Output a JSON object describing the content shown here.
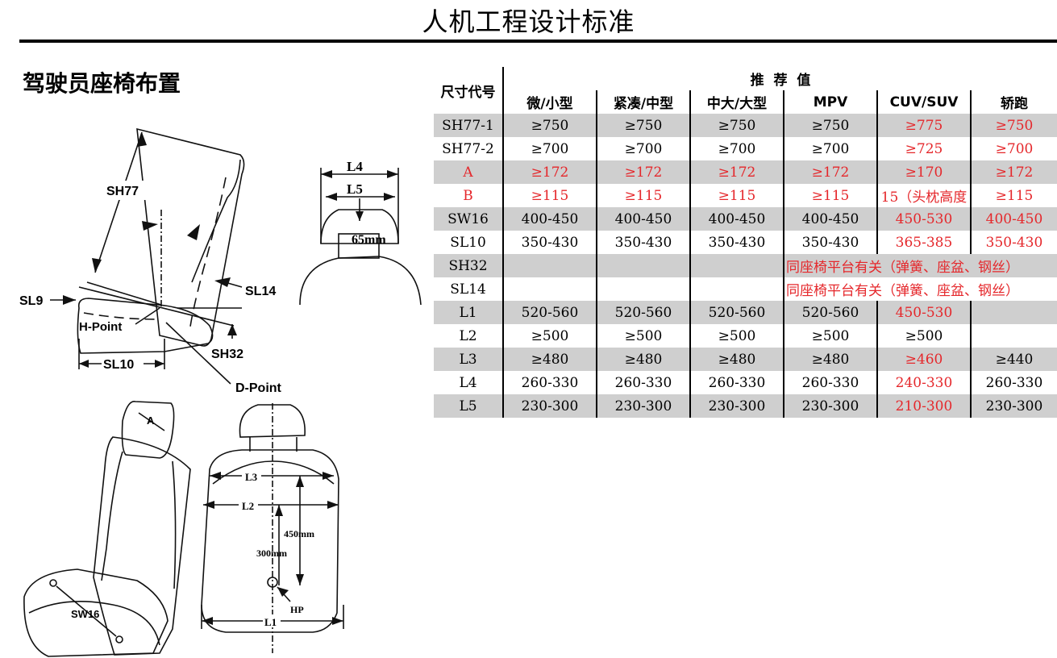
{
  "page": {
    "title": "人机工程设计标准",
    "section_title": "驾驶员座椅布置"
  },
  "diagram_labels": {
    "sh77": "SH77",
    "sl9": "SL9",
    "sl14": "SL14",
    "h_point": "H-Point",
    "sh32": "SH32",
    "sl10": "SL10",
    "d_point": "D-Point",
    "l4": "L4",
    "l5": "L5",
    "head_65": "65mm",
    "a": "A",
    "sw16": "SW16",
    "l3": "L3",
    "l2": "L2",
    "l1": "L1",
    "h450": "450mm",
    "h300": "300mm",
    "hp": "HP"
  },
  "table": {
    "code_header": "尺寸代号",
    "group_header": "推  荐  值",
    "columns": [
      "微/小型",
      "紧凑/中型",
      "中大/大型",
      "MPV",
      "CUV/SUV",
      "轿跑"
    ],
    "rows": [
      {
        "code": "SH77-1",
        "cells": [
          "≥750",
          "≥750",
          "≥750",
          "≥750",
          "≥775",
          "≥750"
        ],
        "red": [
          false,
          false,
          false,
          false,
          true,
          true
        ],
        "shaded": true
      },
      {
        "code": "SH77-2",
        "cells": [
          "≥700",
          "≥700",
          "≥700",
          "≥700",
          "≥725",
          "≥700"
        ],
        "red": [
          false,
          false,
          false,
          false,
          true,
          true
        ],
        "shaded": false
      },
      {
        "code": "A",
        "code_red": true,
        "cells": [
          "≥172",
          "≥172",
          "≥172",
          "≥172",
          "≥170",
          "≥172"
        ],
        "red": [
          true,
          true,
          true,
          true,
          true,
          true
        ],
        "shaded": true
      },
      {
        "code": "B",
        "code_red": true,
        "cells": [
          "≥115",
          "≥115",
          "≥115",
          "≥115",
          "15（头枕高度",
          "≥115"
        ],
        "red": [
          true,
          true,
          true,
          true,
          true,
          true
        ],
        "shaded": false
      },
      {
        "code": "SW16",
        "cells": [
          "400-450",
          "400-450",
          "400-450",
          "400-450",
          "450-530",
          "400-450"
        ],
        "red": [
          false,
          false,
          false,
          false,
          true,
          true
        ],
        "shaded": true
      },
      {
        "code": "SL10",
        "cells": [
          "350-430",
          "350-430",
          "350-430",
          "350-430",
          "365-385",
          "350-430"
        ],
        "red": [
          false,
          false,
          false,
          false,
          true,
          true
        ],
        "shaded": false
      },
      {
        "code": "SH32",
        "cells": [
          "",
          "",
          ""
        ],
        "note": "同座椅平台有关（弹簧、座盆、钢丝）",
        "shaded": true
      },
      {
        "code": "SL14",
        "cells": [
          "",
          "",
          ""
        ],
        "note": "同座椅平台有关（弹簧、座盆、钢丝）",
        "shaded": false
      },
      {
        "code": "L1",
        "cells": [
          "520-560",
          "520-560",
          "520-560",
          "520-560",
          "450-530",
          ""
        ],
        "red": [
          false,
          false,
          false,
          false,
          true,
          false
        ],
        "shaded": true
      },
      {
        "code": "L2",
        "cells": [
          "≥500",
          "≥500",
          "≥500",
          "≥500",
          "≥500",
          ""
        ],
        "red": [
          false,
          false,
          false,
          false,
          false,
          false
        ],
        "shaded": false
      },
      {
        "code": "L3",
        "cells": [
          "≥480",
          "≥480",
          "≥480",
          "≥480",
          "≥460",
          "≥440"
        ],
        "red": [
          false,
          false,
          false,
          false,
          true,
          false
        ],
        "shaded": true
      },
      {
        "code": "L4",
        "cells": [
          "260-330",
          "260-330",
          "260-330",
          "260-330",
          "240-330",
          "260-330"
        ],
        "red": [
          false,
          false,
          false,
          false,
          true,
          false
        ],
        "shaded": false
      },
      {
        "code": "L5",
        "cells": [
          "230-300",
          "230-300",
          "230-300",
          "230-300",
          "210-300",
          "230-300"
        ],
        "red": [
          false,
          false,
          false,
          false,
          true,
          false
        ],
        "shaded": true
      }
    ]
  }
}
